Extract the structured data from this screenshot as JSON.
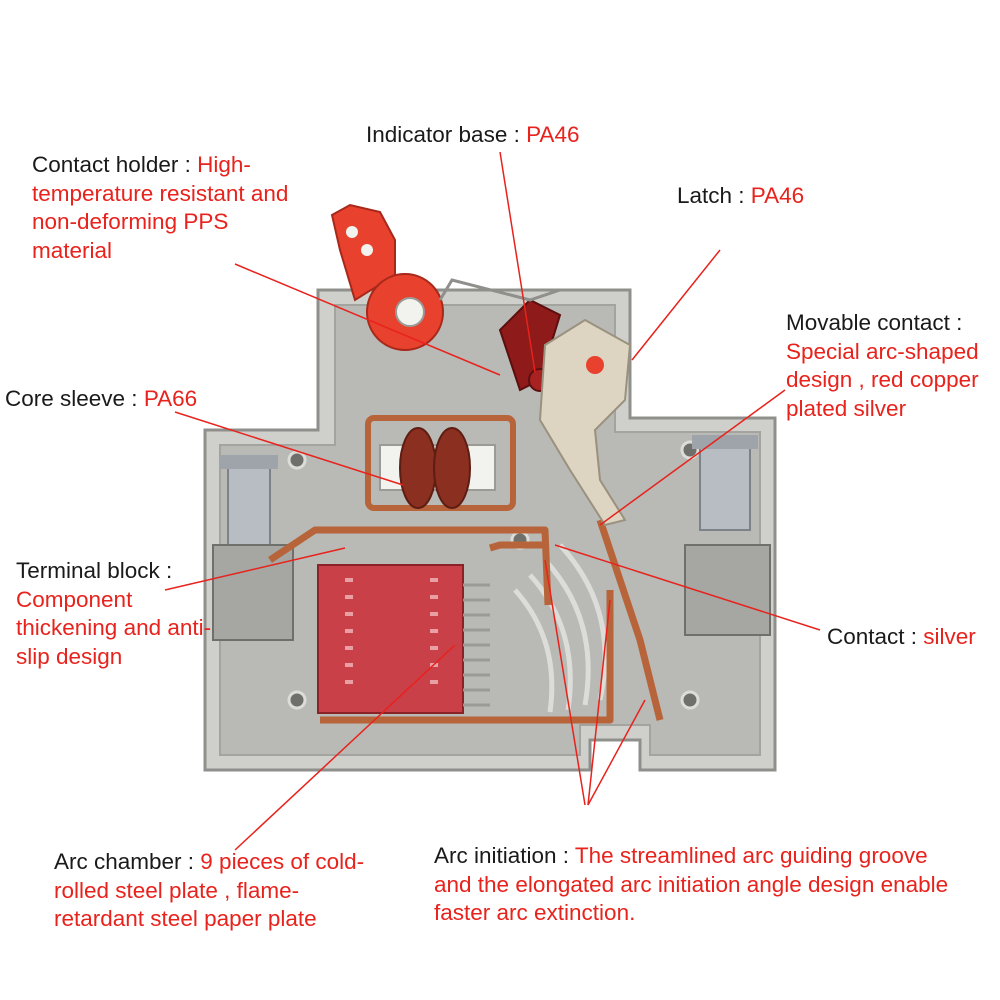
{
  "labels": {
    "indicator_base": {
      "key": "Indicator base : ",
      "value": "PA46"
    },
    "contact_holder": {
      "key": "Contact holder : ",
      "value": "High-temperature resistant and non-deforming PPS material"
    },
    "latch": {
      "key": "Latch : ",
      "value": "PA46"
    },
    "movable_contact": {
      "key": "Movable contact : ",
      "value": "Special arc-shaped design , red copper plated silver"
    },
    "core_sleeve": {
      "key": "Core sleeve : ",
      "value": "PA66"
    },
    "terminal_block": {
      "key": "Terminal block : ",
      "value": "Component thickening and anti-slip design"
    },
    "contact": {
      "key": "Contact : ",
      "value": "silver"
    },
    "arc_chamber": {
      "key": "Arc chamber : ",
      "value": "9 pieces of cold-rolled steel plate , flame-retardant steel paper plate"
    },
    "arc_initiation": {
      "key": "Arc initiation : ",
      "value": "The streamlined arc guiding groove and the elongated arc initiation angle design enable faster arc extinction."
    }
  },
  "colors": {
    "housing": "#cfcfcc",
    "housing_dark": "#9c9c98",
    "red_part": "#e8412e",
    "copper": "#b8643a",
    "leader": "#e8221c",
    "text": "#1a1a1a",
    "accent": "#e8221c"
  }
}
